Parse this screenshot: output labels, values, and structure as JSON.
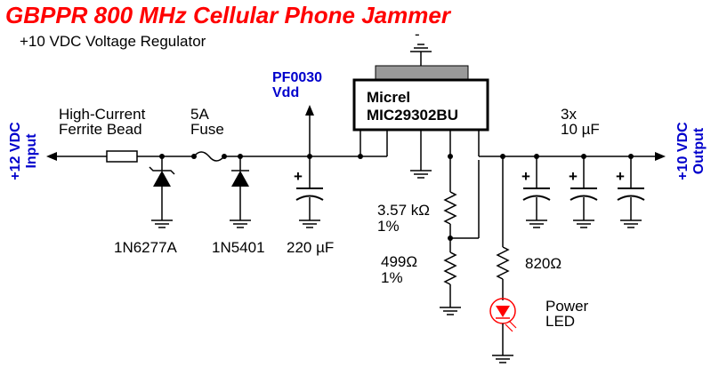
{
  "title": "GBPPR 800 MHz Cellular Phone Jammer",
  "subtitle": "+10 VDC Voltage Regulator",
  "colors": {
    "title": "#ff0000",
    "net_label": "#0000cc",
    "chip_body": "#999999",
    "led": "#ff0000",
    "wire": "#000000"
  },
  "input": {
    "line1": "+12 VDC",
    "line2": "Input"
  },
  "output": {
    "line1": "+10 VDC",
    "line2": "Output"
  },
  "probe": {
    "line1": "PF0030",
    "line2": "Vdd"
  },
  "bead": {
    "line1": "High-Current",
    "line2": "Ferrite Bead"
  },
  "fuse": {
    "line1": "5A",
    "line2": "Fuse"
  },
  "regulator": {
    "line1": "Micrel",
    "line2": "MIC29302BU"
  },
  "out_caps": {
    "line1": "3x",
    "line2": "10 µF"
  },
  "diode1": {
    "label": "1N6277A"
  },
  "diode2": {
    "label": "1N5401"
  },
  "in_cap": {
    "label": "220 µF"
  },
  "r1": {
    "line1": "3.57 kΩ",
    "line2": "1%"
  },
  "r2": {
    "line1": "499Ω",
    "line2": "1%"
  },
  "r3": {
    "label": "820Ω"
  },
  "led": {
    "line1": "Power",
    "line2": "LED"
  },
  "plus_sign": "+",
  "ground_dash": "-"
}
